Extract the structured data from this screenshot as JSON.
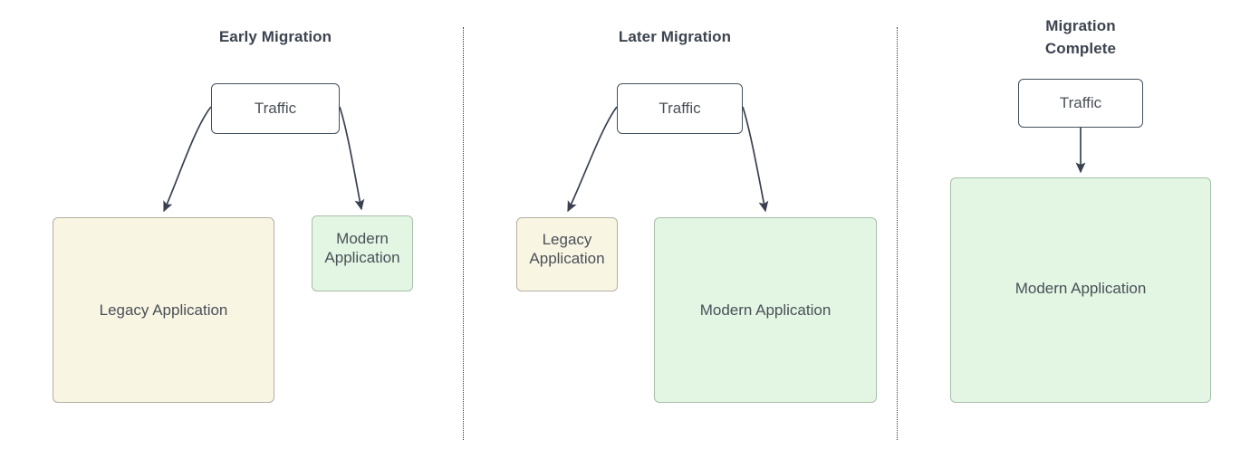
{
  "diagram": {
    "title_color": "#3c4450",
    "background": "#ffffff",
    "colors": {
      "legacy_fill": "#f9f5e3",
      "legacy_border": "#b5b0a0",
      "modern_fill": "#e2f6e3",
      "modern_border": "#a7bfa8",
      "traffic_fill": "#ffffff",
      "traffic_border": "#44505f",
      "edge": "#394150",
      "divider": "#3a3a3a",
      "text": "#4a5058"
    },
    "panels": [
      {
        "id": "early-migration",
        "title": "Early Migration",
        "traffic": "Traffic",
        "legacy": "Legacy Application",
        "modern": "Modern\nApplication",
        "edges": [
          "Traffic to Legacy Application",
          "Traffic to Modern Application"
        ]
      },
      {
        "id": "later-migration",
        "title": "Later Migration",
        "traffic": "Traffic",
        "legacy": "Legacy\nApplication",
        "modern": "Modern Application",
        "edges": [
          "Traffic to Legacy Application",
          "Traffic to Modern Application"
        ]
      },
      {
        "id": "migration-complete",
        "title": "Migration\nComplete",
        "traffic": "Traffic",
        "modern": "Modern Application",
        "edges": [
          "Traffic to Modern Application"
        ]
      }
    ]
  }
}
